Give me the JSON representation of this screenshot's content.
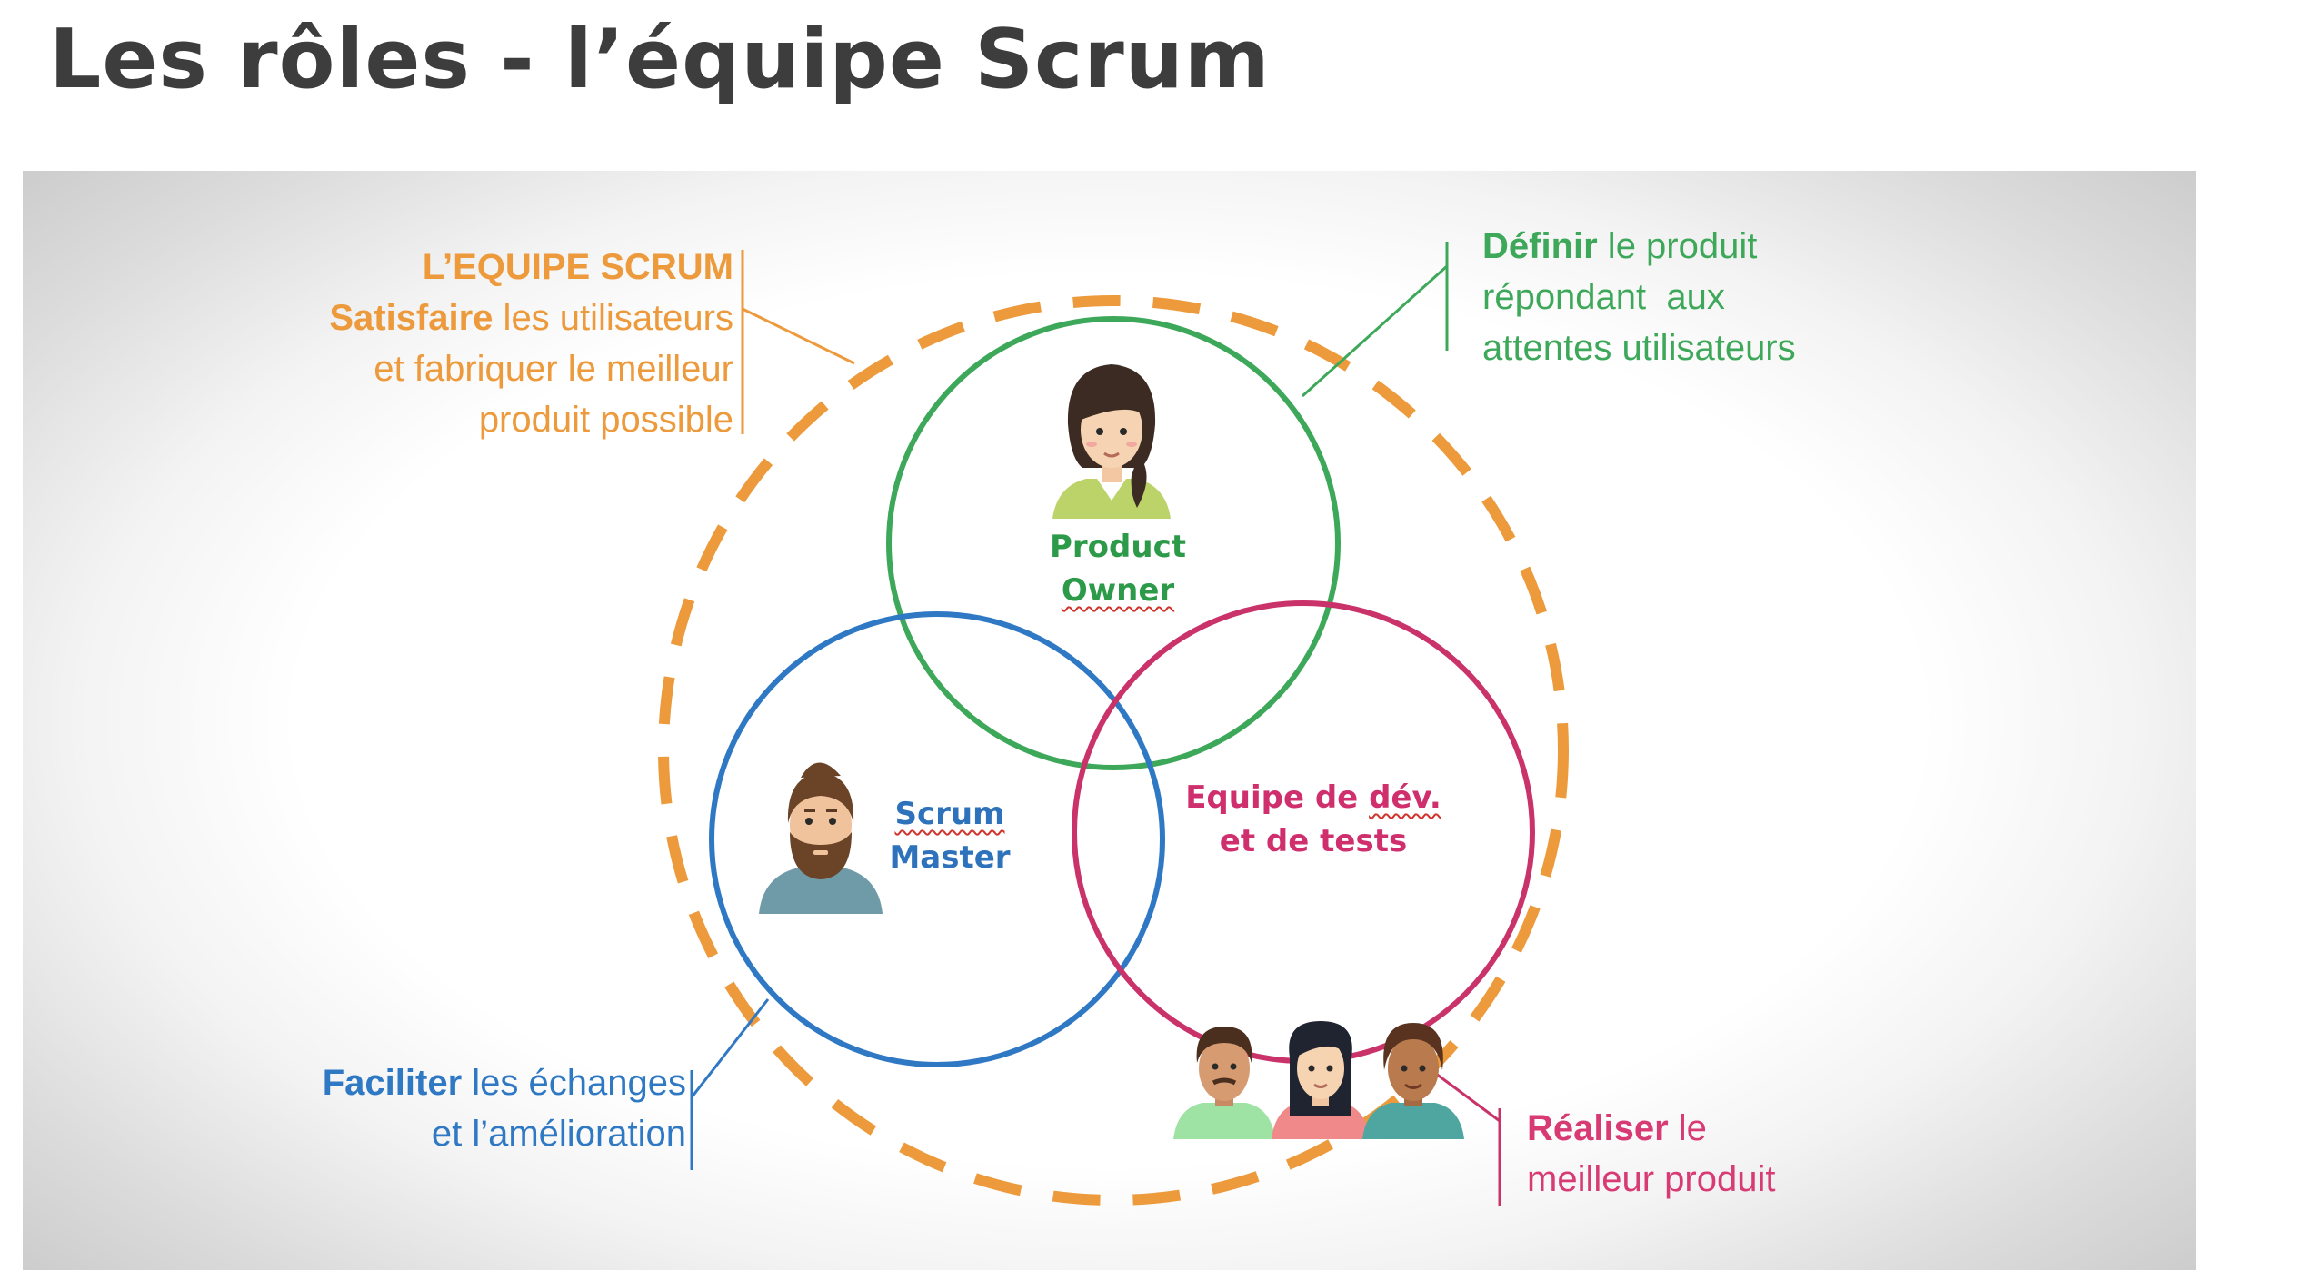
{
  "title": "Les rôles - l’équipe Scrum",
  "colors": {
    "team": "#ec9a3c",
    "product_owner": "#3ea85a",
    "scrum_master": "#2f78c4",
    "dev_team": "#d83a74",
    "title": "#3d3d3d"
  },
  "diagram": {
    "team_note": {
      "heading": "L’EQUIPE SCRUM",
      "line1_bold": "Satisfaire",
      "line1_rest": " les utilisateurs",
      "line2": "et fabriquer le meilleur",
      "line3": "produit possible"
    },
    "product_owner_note": {
      "line1_bold": "Définir",
      "line1_rest": " le produit",
      "line2": "répondant  aux",
      "line3": "attentes utilisateurs"
    },
    "scrum_master_note": {
      "line1_bold": "Faciliter",
      "line1_rest": " les échanges",
      "line2": "et l’amélioration"
    },
    "dev_team_note": {
      "line1_bold": "Réaliser",
      "line1_rest": " le",
      "line2": "meilleur produit"
    },
    "roles": {
      "product_owner_line1": "Product",
      "product_owner_line2": "Owner",
      "scrum_master_line1": "Scrum",
      "scrum_master_line2": "Master",
      "dev_team_line1_a": "Equipe de ",
      "dev_team_line1_b": "dév.",
      "dev_team_line2": "et de tests"
    },
    "icons": {
      "product_owner": "woman-avatar-icon",
      "scrum_master": "bearded-man-avatar-icon",
      "dev_team": [
        "man-avatar-icon",
        "woman-avatar-icon",
        "man-avatar-icon"
      ]
    }
  }
}
